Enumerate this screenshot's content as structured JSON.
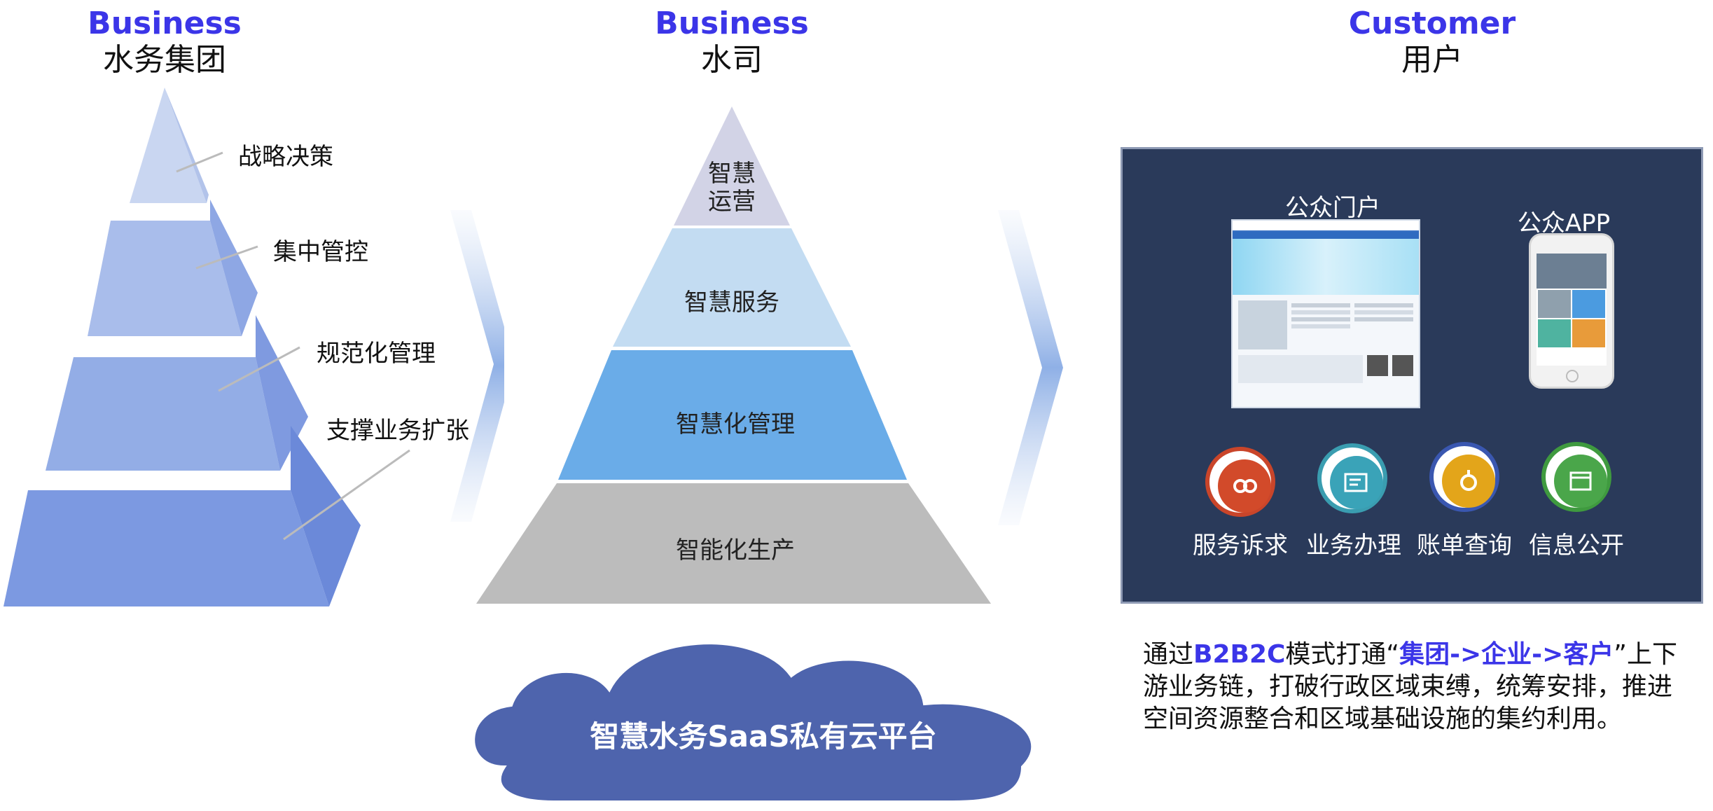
{
  "columns": {
    "group": {
      "en": "Business",
      "zh": "水务集团"
    },
    "company": {
      "en": "Business",
      "zh": "水司"
    },
    "customer": {
      "en": "Customer",
      "zh": "用户"
    }
  },
  "group_pyramid": {
    "levels": [
      "战略决策",
      "集中管控",
      "规范化管理",
      "支撑业务扩张"
    ]
  },
  "company_pyramid": {
    "levels": [
      "智慧运营",
      "智慧服务",
      "智慧化管理",
      "智能化生产"
    ]
  },
  "cloud": {
    "label": "智慧水务SaaS私有云平台"
  },
  "customer_panel": {
    "portal_label": "公众门户",
    "app_label": "公众APP",
    "services": [
      {
        "label": "服务诉求",
        "icon": "service-request-icon",
        "color": "#d24a2a"
      },
      {
        "label": "业务办理",
        "icon": "business-handling-icon",
        "color": "#3aa3b8"
      },
      {
        "label": "账单查询",
        "icon": "bill-query-icon",
        "color": "#e3a51a"
      },
      {
        "label": "信息公开",
        "icon": "info-public-icon",
        "color": "#4aa64a"
      }
    ]
  },
  "description": {
    "p1": "通过",
    "h1": "B2B2C",
    "p2": "模式打通“",
    "h2": "集团->企业->客户",
    "p3": "”上下游业务链，打破行政区域束缚，统筹安排，推进空间资源整合和区域基础设施的集约利用。"
  },
  "colors": {
    "accent": "#3b35e8",
    "panel_bg": "#2a3a5a",
    "cloud": "#4e64ad"
  }
}
